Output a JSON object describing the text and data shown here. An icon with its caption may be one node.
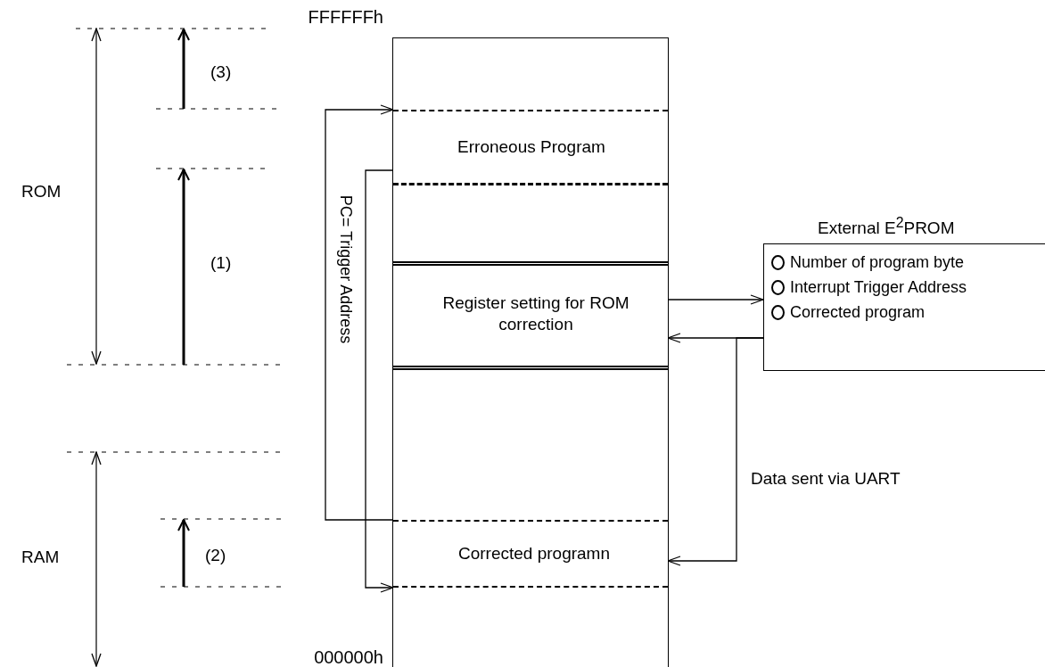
{
  "diagram": {
    "nodes": [
      {
        "text": [],
        "shape": "box",
        "beside": [
          "FFFFFFh",
          "000000h"
        ]
      },
      {
        "text": [
          "Erroneous Program"
        ],
        "in": 0
      },
      {
        "text": [
          "Register setting for ROM correction"
        ],
        "in": 0
      },
      {
        "text": [
          "Corrected programn"
        ],
        "in": 0
      },
      {
        "text": [
          "External E$^{2}$PROM",
          "Number of program byte",
          "Interrupt Trigger Address",
          "Corrected program"
        ]
      }
    ],
    "edges": [
      {
        "from": 1,
        "to": 3,
        "arrow": "to"
      },
      {
        "from": 3,
        "to": 1,
        "arrow": "to"
      },
      {
        "from": 2,
        "to": 4,
        "arrow": "to"
      },
      {
        "from": 4,
        "to": 2,
        "arrow": "to"
      },
      {
        "from": 4,
        "to": 3,
        "arrow": "to",
        "label": "Data sent via UART"
      }
    ],
    "labels": [
      "(3)",
      "ROM",
      "(1)",
      "PC= Trigger Address",
      "RAM",
      "(2)"
    ]
  }
}
